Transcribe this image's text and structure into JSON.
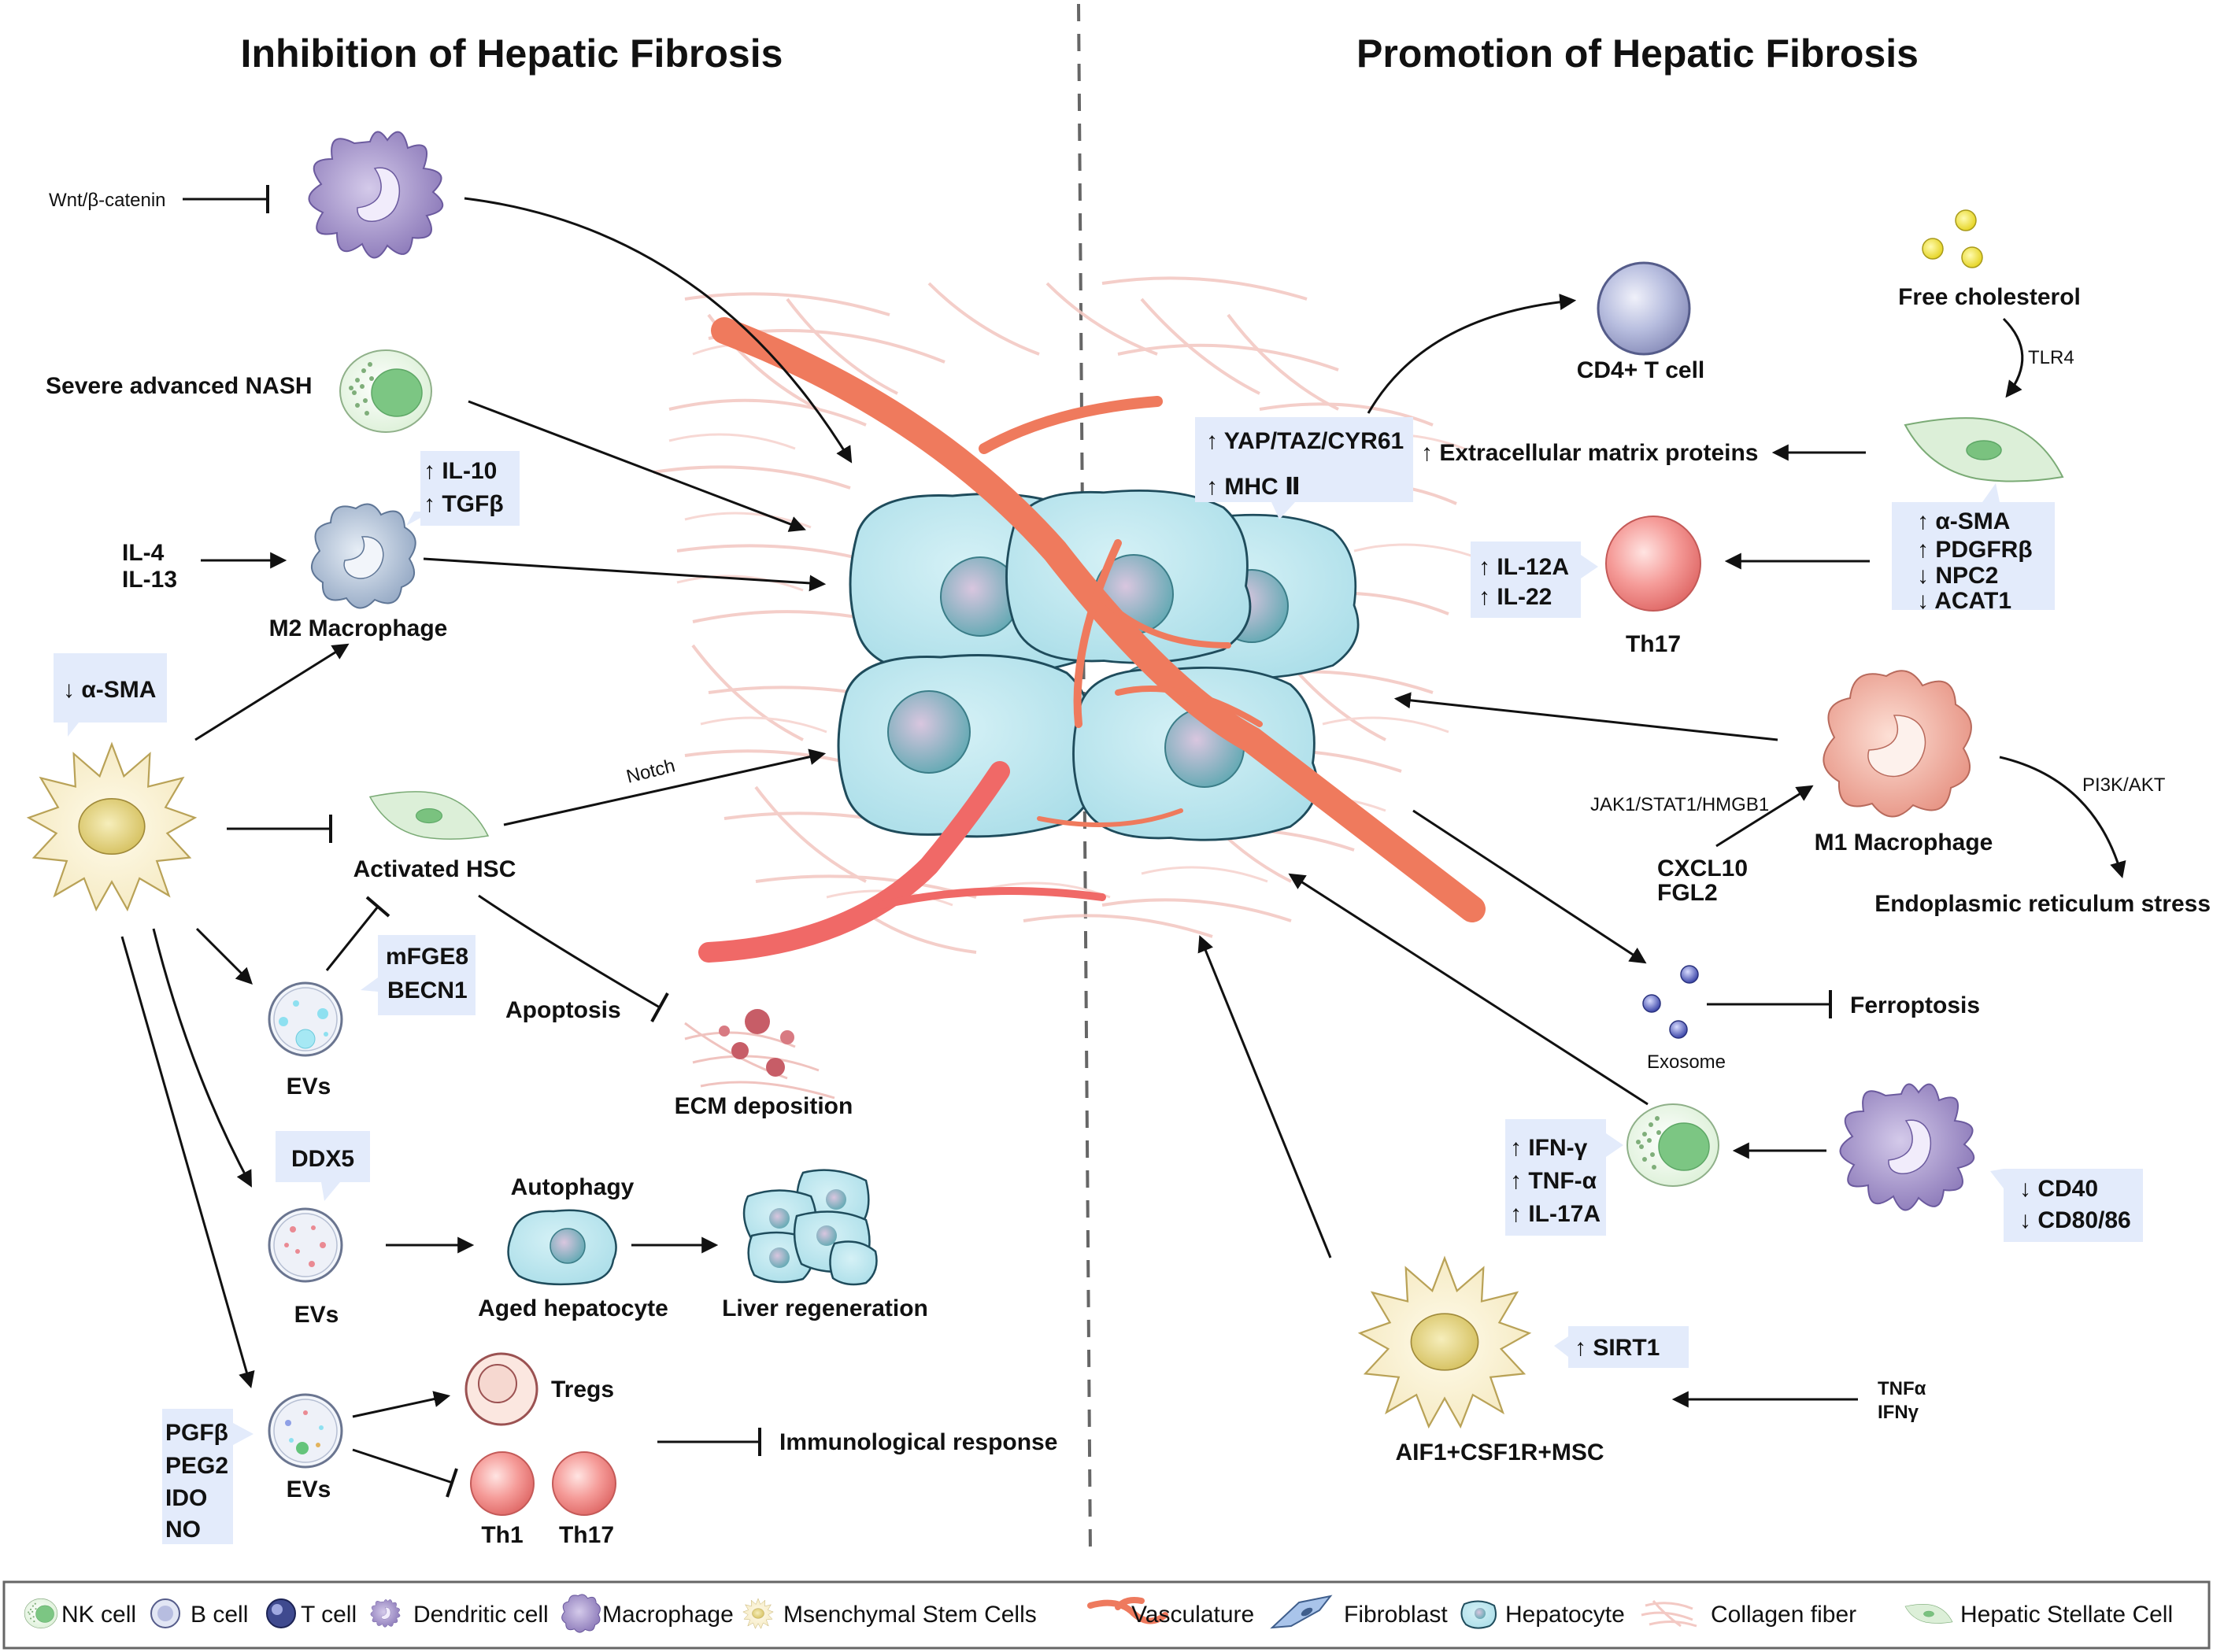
{
  "titles": {
    "left": "Inhibition of Hepatic Fibrosis",
    "right": "Promotion of Hepatic Fibrosis"
  },
  "left": {
    "wnt": "Wnt/β-catenin",
    "severe_nash": "Severe advanced NASH",
    "il4": "IL-4",
    "il13": "IL-13",
    "m2_macrophage": "M2 Macrophage",
    "il10": "↑ IL-10",
    "tgfb": "↑ TGFβ",
    "asma_down": "↓ α-SMA",
    "notch": "Notch",
    "activated_hsc": "Activated HSC",
    "apoptosis": "Apoptosis",
    "ecm_deposition": "ECM deposition",
    "mfge8": "mFGE8",
    "becn1": "BECN1",
    "evs": "EVs",
    "ddx5": "DDX5",
    "autophagy": "Autophagy",
    "aged_hepatocyte": "Aged hepatocyte",
    "liver_regeneration": "Liver regeneration",
    "tregs": "Tregs",
    "th1": "Th1",
    "th17": "Th17",
    "immunological_response": "Immunological response",
    "pgfb": "PGFβ",
    "peg2": "PEG2",
    "ido": "IDO",
    "no": "NO"
  },
  "right": {
    "cd4": "CD4+ T cell",
    "free_cholesterol": "Free cholesterol",
    "tlr4": "TLR4",
    "yap": "↑ YAP/TAZ/CYR61",
    "mhc": "↑ MHC Ⅱ",
    "ecm_proteins": "↑ Extracellular matrix proteins",
    "il12a": "↑ IL-12A",
    "il22": "↑ IL-22",
    "th17": "Th17",
    "asma_up": "↑ α-SMA",
    "pdgfrb": "↑ PDGFRβ",
    "npc2": "↓ NPC2",
    "acat1": "↓ ACAT1",
    "jak": "JAK1/STAT1/HMGB1",
    "m1_macrophage": "M1 Macrophage",
    "pi3k": "PI3K/AKT",
    "er_stress": "Endoplasmic reticulum stress",
    "cxcl10": "CXCL10",
    "fgl2": "FGL2",
    "exosome": "Exosome",
    "ferroptosis": "Ferroptosis",
    "ifng": "↑ IFN-γ",
    "tnfa": "↑ TNF-α",
    "il17a": "↑ IL-17A",
    "cd40": "↓ CD40",
    "cd8086": "↓ CD80/86",
    "sirt1": "↑ SIRT1",
    "tnfa2": "TNFα",
    "ifng2": "IFNγ",
    "aif1": "AIF1+CSF1R+MSC"
  },
  "legend": [
    {
      "icon": "nk-cell-icon",
      "label": "NK cell"
    },
    {
      "icon": "b-cell-icon",
      "label": "B cell"
    },
    {
      "icon": "t-cell-icon",
      "label": "T cell"
    },
    {
      "icon": "dendritic-cell-icon",
      "label": "Dendritic cell"
    },
    {
      "icon": "macrophage-icon",
      "label": "Macrophage"
    },
    {
      "icon": "msc-icon",
      "label": "Msenchymal Stem Cells"
    },
    {
      "icon": "vasculature-icon",
      "label": "Vasculature"
    },
    {
      "icon": "fibroblast-icon",
      "label": "Fibroblast"
    },
    {
      "icon": "hepatocyte-icon",
      "label": "Hepatocyte"
    },
    {
      "icon": "collagen-fiber-icon",
      "label": "Collagen fiber"
    },
    {
      "icon": "hsc-icon",
      "label": "Hepatic Stellate Cell"
    }
  ],
  "colors": {
    "hepatocyte": "#bfe6ee",
    "vessel": "#ee7a5e",
    "callout": "#e3ebfb",
    "collagen": "#f4c6c2",
    "msc": "#fbf3d5",
    "dendritic": "#a08ec6",
    "nk": "#e2f2df"
  }
}
